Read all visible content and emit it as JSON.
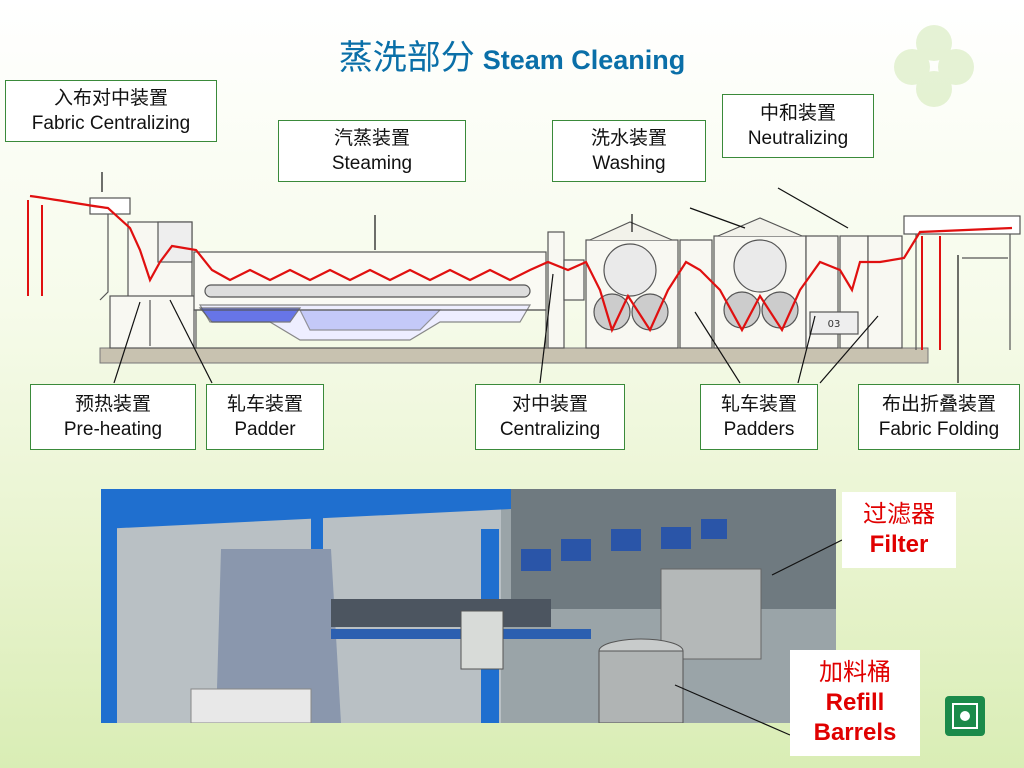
{
  "title": {
    "zh": "蒸洗部分",
    "en": "Steam Cleaning"
  },
  "labels": {
    "fabric_centralizing": {
      "zh": "入布对中装置",
      "en": "Fabric Centralizing"
    },
    "steaming": {
      "zh": "汽蒸装置",
      "en": "Steaming"
    },
    "washing": {
      "zh": "洗水装置",
      "en": "Washing"
    },
    "neutralizing": {
      "zh": "中和装置",
      "en": "Neutralizing"
    },
    "pre_heating": {
      "zh": "预热装置",
      "en": "Pre-heating"
    },
    "padder": {
      "zh": "轧车装置",
      "en": "Padder"
    },
    "centralizing": {
      "zh": "对中装置",
      "en": "Centralizing"
    },
    "padders": {
      "zh": "轧车装置",
      "en": "Padders"
    },
    "fabric_folding": {
      "zh": "布出折叠装置",
      "en": "Fabric Folding"
    }
  },
  "photo_callouts": {
    "filter": {
      "zh": "过滤器",
      "en": "Filter"
    },
    "refill": {
      "zh": "加料桶",
      "en_line1": "Refill",
      "en_line2": "Barrels"
    }
  },
  "machine_marks": {
    "tank_number": "03"
  },
  "colors": {
    "title": "#0a6fa8",
    "label_border": "#3a8a3a",
    "fabric_path": "#e01010",
    "callout_text": "#e00000",
    "water": "#3a4de0"
  }
}
